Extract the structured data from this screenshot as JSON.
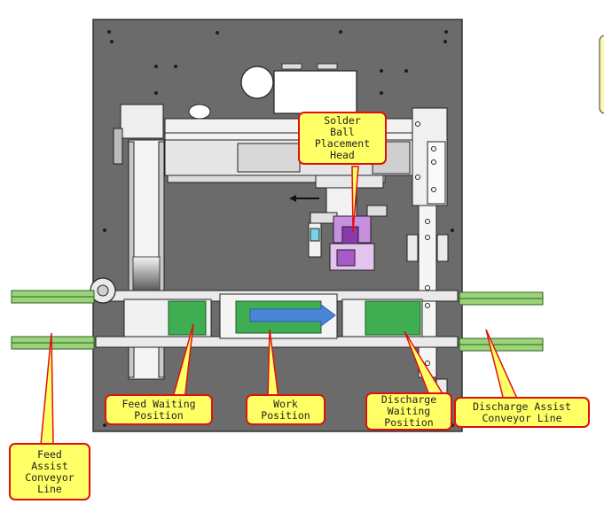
{
  "labels": {
    "solder_head": "Solder\nBall\nPlacement\nHead",
    "feed_waiting": "Feed Waiting\nPosition",
    "work_position": "Work\nPosition",
    "discharge_waiting": "Discharge\nWaiting\nPosition",
    "discharge_assist": "Discharge Assist\nConveyor Line",
    "feed_assist": "Feed\nAssist\nConveyor\nLine"
  },
  "colors": {
    "plate": "#6b6b6b",
    "conveyor_green": "#9bd37a",
    "pcb_green": "#3fae53",
    "flow_arrow": "#4a86d8",
    "callout_fill": "#ffff66",
    "callout_border": "#e01010",
    "head_purple": "#8a3aa8"
  }
}
